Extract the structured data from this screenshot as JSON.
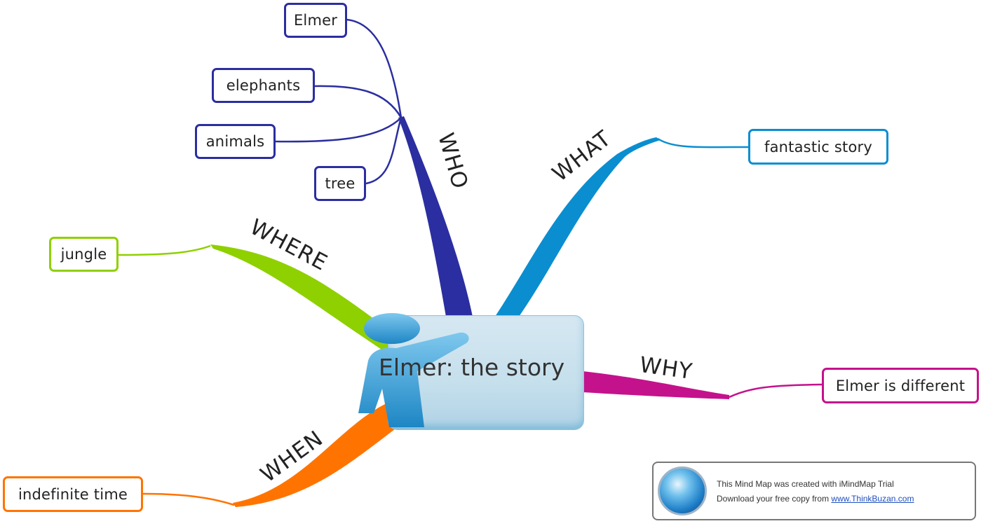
{
  "central_topic": {
    "title": "Elmer: the story"
  },
  "branches": {
    "who": {
      "label": "WHO",
      "color": "#2b2ea0",
      "nodes": [
        "Elmer",
        "elephants",
        "animals",
        "tree"
      ]
    },
    "what": {
      "label": "WHAT",
      "color": "#0a8ed0",
      "nodes": [
        "fantastic story"
      ]
    },
    "why": {
      "label": "WHY",
      "color": "#c4128c",
      "nodes": [
        "Elmer is different"
      ]
    },
    "where": {
      "label": "WHERE",
      "color": "#8fd000",
      "nodes": [
        "jungle"
      ]
    },
    "when": {
      "label": "WHEN",
      "color": "#ff7400",
      "nodes": [
        "indefinite time"
      ]
    }
  },
  "promo": {
    "line1": "This Mind Map was created with iMindMap Trial",
    "line2_prefix": "Download your free copy from ",
    "link_text": "www.ThinkBuzan.com",
    "icon": "imindmap-logo-icon"
  }
}
